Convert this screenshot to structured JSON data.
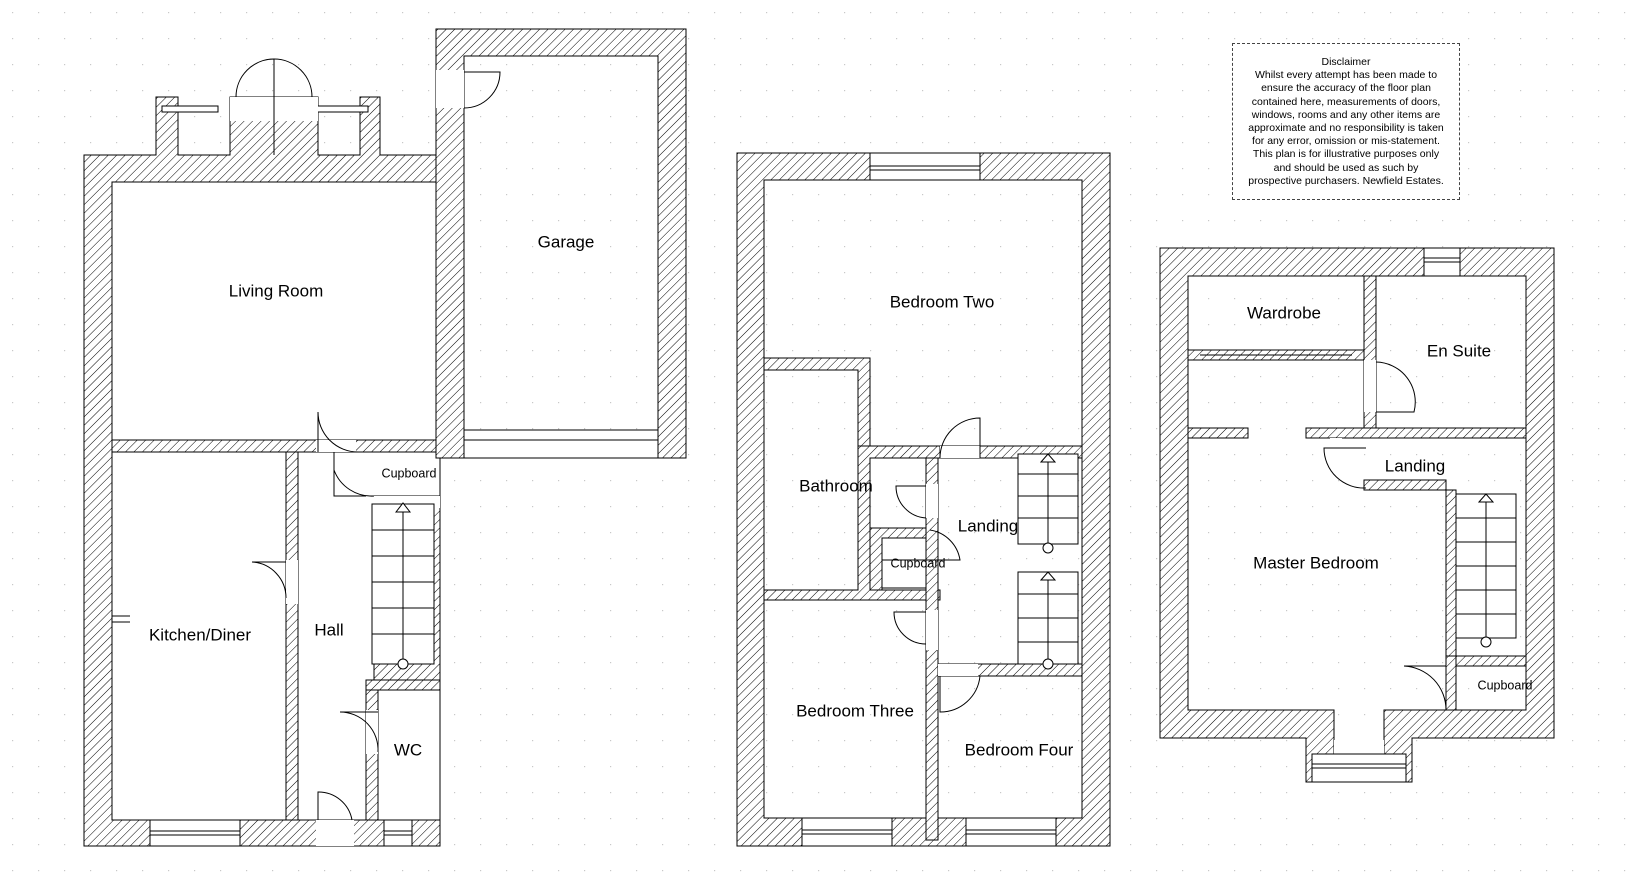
{
  "disclaimer": {
    "heading": "Disclaimer",
    "body": "Whilst every attempt has been made to\nensure the accuracy of the floor plan\ncontained here, measurements of doors,\nwindows, rooms and any other items are\napproximate and no responsibility is taken\nfor any error, omission or mis-statement.\nThis plan is for illustrative purposes only\nand should be used as such by\nprospective purchasers. Newfield Estates."
  },
  "ground_floor": {
    "living_room": "Living Room",
    "garage": "Garage",
    "kitchen": "Kitchen/Diner",
    "hall": "Hall",
    "cupboard": "Cupboard",
    "wc": "WC"
  },
  "first_floor": {
    "bedroom_two": "Bedroom Two",
    "bathroom": "Bathroom",
    "landing": "Landing",
    "cupboard": "Cupboard",
    "bedroom_three": "Bedroom Three",
    "bedroom_four": "Bedroom Four"
  },
  "second_floor": {
    "wardrobe": "Wardrobe",
    "en_suite": "En Suite",
    "landing": "Landing",
    "master_bedroom": "Master Bedroom",
    "cupboard": "Cupboard"
  }
}
